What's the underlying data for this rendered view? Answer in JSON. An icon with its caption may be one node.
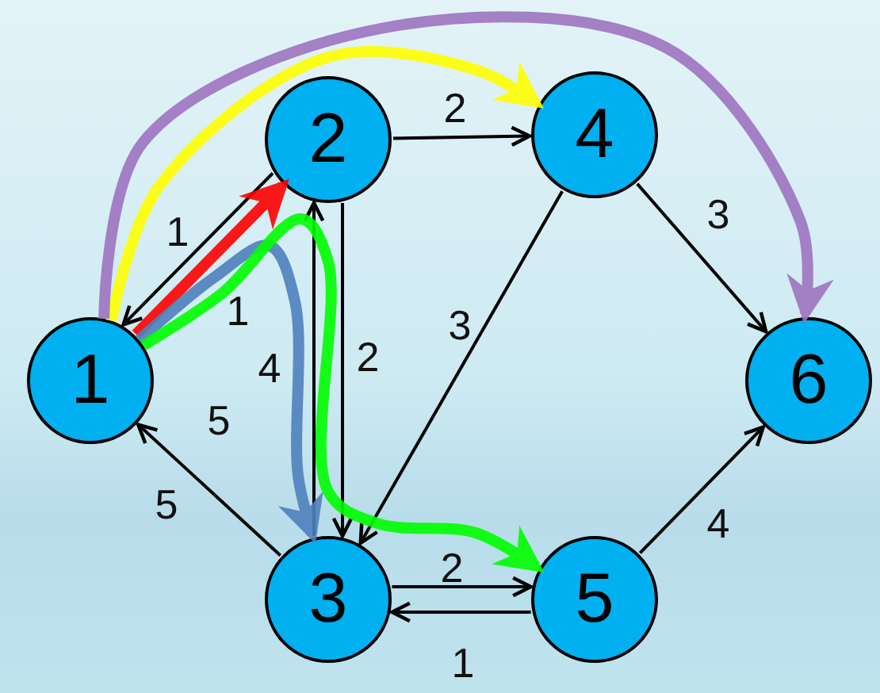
{
  "diagram": {
    "nodes": [
      {
        "text": [
          "1"
        ]
      },
      {
        "text": [
          "2"
        ]
      },
      {
        "text": [
          "3"
        ]
      },
      {
        "text": [
          "4"
        ]
      },
      {
        "text": [
          "5"
        ]
      },
      {
        "text": [
          "6"
        ]
      }
    ],
    "edges": [
      {
        "from": 1,
        "to": 0,
        "arrow": "to",
        "label": "1"
      },
      {
        "from": 0,
        "to": 1,
        "arrow": "to",
        "label": "1",
        "style": "thick",
        "color": "#ff0000"
      },
      {
        "from": 0,
        "to": 2,
        "arrow": "to",
        "label": "5",
        "style": "thick",
        "color": "#4f81bd"
      },
      {
        "from": 0,
        "to": 3,
        "arrow": "to",
        "style": "thick",
        "color": "#ffff00"
      },
      {
        "from": 0,
        "to": 4,
        "arrow": "to",
        "style": "thick",
        "color": "#00ff00"
      },
      {
        "from": 0,
        "to": 5,
        "arrow": "to",
        "style": "thick",
        "color": "#9e74c0"
      },
      {
        "from": 1,
        "to": 3,
        "arrow": "to",
        "label": "2"
      },
      {
        "from": 1,
        "to": 2,
        "arrow": "to",
        "label": "2"
      },
      {
        "from": 2,
        "to": 1,
        "arrow": "to",
        "label": "4"
      },
      {
        "from": 3,
        "to": 2,
        "arrow": "to",
        "label": "3"
      },
      {
        "from": 3,
        "to": 5,
        "arrow": "to",
        "label": "3"
      },
      {
        "from": 2,
        "to": 0,
        "arrow": "to",
        "label": "5"
      },
      {
        "from": 2,
        "to": 4,
        "arrow": "to",
        "label": "2"
      },
      {
        "from": 4,
        "to": 2,
        "arrow": "to",
        "label": "1"
      },
      {
        "from": 4,
        "to": 5,
        "arrow": "to",
        "label": "4"
      }
    ]
  }
}
